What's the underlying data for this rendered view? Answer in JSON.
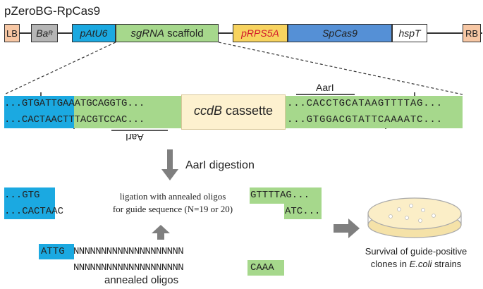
{
  "title": "pZeroBG-RpCas9",
  "construct": {
    "lb": "LB",
    "bar": "Ba",
    "bar_sup": "R",
    "patu6": "pAtU6",
    "sgrna": "sgRNA",
    "scaffold": " scaffold",
    "prps5a": "pRPS5A",
    "spcas9": "SpCas9",
    "hspt": "hspT",
    "rb": "RB"
  },
  "colors": {
    "cyan": "#1ba9e1",
    "green": "#a6d88c",
    "gray": "#b5b5b5",
    "peach": "#f7c7a4",
    "yellow": "#f7d35f",
    "red_text": "#d2162b",
    "blue": "#5590d6",
    "cream": "#fdf1cf",
    "arrow": "#7f7f7f"
  },
  "cassette": {
    "left_top": "...GTGATTGAAATGCAGGTG...",
    "left_bottom": "...CACTAACTTTACGTCCAC...",
    "aari_bottom": "AarI",
    "middle_italic": "ccdB",
    "middle_rest": " cassette",
    "aari_top": "AarI",
    "right_top": "...CACCTGCATAAGTTTTAG...",
    "right_bottom": "...GTGGACGTATTCAAAATC..."
  },
  "digestion_label": "AarI digestion",
  "digest": {
    "left_top": "...GTG",
    "left_bottom": "...CACTAAC",
    "ligation_line1": "ligation with annealed oligos",
    "ligation_line2": "for guide sequence (N=19 or 20)",
    "right_top": "GTTTTAG...",
    "right_bottom": "ATC..."
  },
  "oligos": {
    "top_overhang": "ATTG",
    "top_n": "NNNNNNNNNNNNNNNNNNNN",
    "bottom_n": "NNNNNNNNNNNNNNNNNNNN",
    "bottom_overhang": "CAAA",
    "label": "annealed oligos"
  },
  "survival": {
    "line1": "Survival of guide-positive",
    "line2_prefix": "clones in ",
    "line2_italic": "E.coli",
    "line2_suffix": " strains"
  }
}
